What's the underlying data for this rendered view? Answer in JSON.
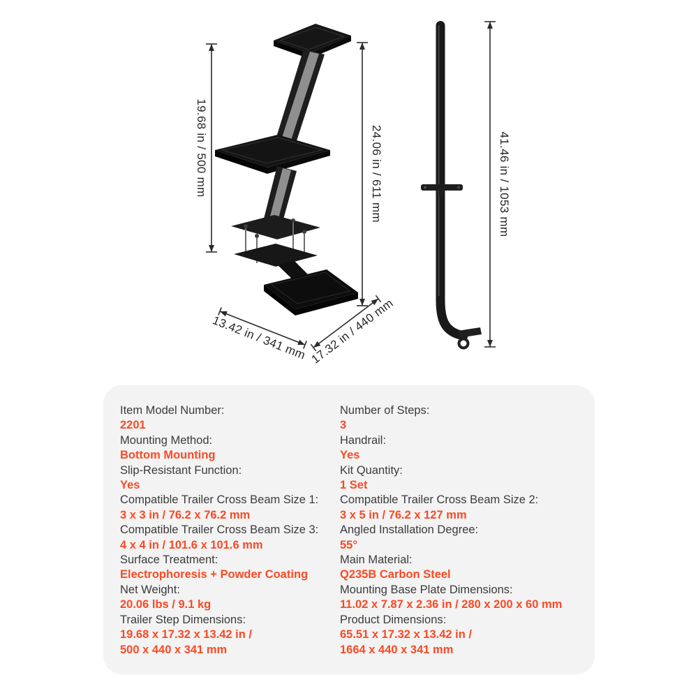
{
  "theme": {
    "accent": "#fb4924",
    "label-color": "#3b3b3b",
    "panel-bg": "#f3f3f3",
    "dim-line-color": "#2b2b2b"
  },
  "diagram": {
    "trailer_step": {
      "height_side": "19.68 in / 500 mm",
      "height_total": "24.06 in / 611 mm",
      "depth": "13.42 in / 341 mm",
      "width": "17.32 in / 440 mm"
    },
    "handrail": {
      "height": "41.46 in / 1053 mm"
    }
  },
  "specs": {
    "left": [
      {
        "label": "Item Model Number:",
        "value": "2201"
      },
      {
        "label": "Mounting Method:",
        "value": "Bottom Mounting"
      },
      {
        "label": "Slip-Resistant Function:",
        "value": "Yes"
      },
      {
        "label": "Compatible Trailer Cross Beam Size 1:",
        "value": "3 x 3 in / 76.2 x 76.2 mm"
      },
      {
        "label": "Compatible Trailer Cross Beam Size 3:",
        "value": "4 x 4 in / 101.6 x 101.6 mm"
      },
      {
        "label": "Surface Treatment:",
        "value": "Electrophoresis + Powder Coating"
      },
      {
        "label": "Net Weight:",
        "value": "20.06 lbs / 9.1 kg"
      },
      {
        "label": "Trailer Step Dimensions:",
        "value": "19.68 x 17.32 x 13.42 in /\n500 x 440 x 341 mm"
      }
    ],
    "right": [
      {
        "label": "Number of Steps:",
        "value": "3"
      },
      {
        "label": "Handrail:",
        "value": "Yes"
      },
      {
        "label": "Kit Quantity:",
        "value": "1 Set"
      },
      {
        "label": "Compatible Trailer Cross Beam Size 2:",
        "value": "3 x 5 in / 76.2 x 127 mm"
      },
      {
        "label": "Angled Installation Degree:",
        "value": "55°"
      },
      {
        "label": "Main Material:",
        "value": "Q235B Carbon Steel"
      },
      {
        "label": "Mounting Base Plate Dimensions:",
        "value": "11.02 x 7.87 x 2.36 in / 280 x 200 x 60 mm"
      },
      {
        "label": "Product Dimensions:",
        "value": "65.51 x 17.32 x 13.42 in /\n1664 x 440 x 341 mm"
      }
    ]
  }
}
